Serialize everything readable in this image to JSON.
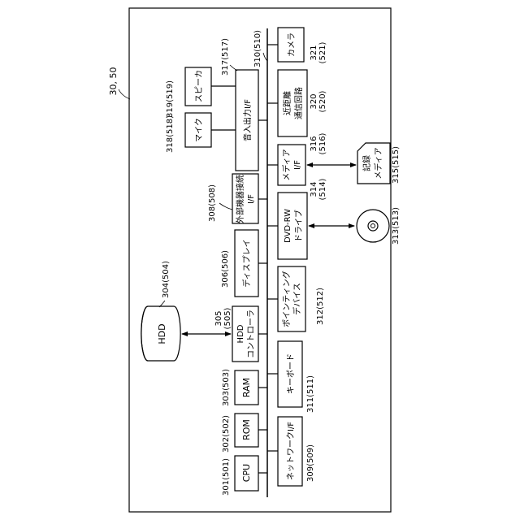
{
  "figure_label": "30, 50",
  "bus_ref": "310(510)",
  "components": {
    "cpu": {
      "label": "CPU",
      "ref": "301(501)"
    },
    "rom": {
      "label": "ROM",
      "ref": "302(502)"
    },
    "ram": {
      "label": "RAM",
      "ref": "303(503)"
    },
    "hdd": {
      "label": "HDD",
      "ref": "304(504)"
    },
    "hdd_controller": {
      "label_1": "HDD",
      "label_2": "コントローラ",
      "ref_1": "305",
      "ref_2": "(505)"
    },
    "display": {
      "label": "ディスプレイ",
      "ref": "306(506)"
    },
    "external_if": {
      "label_1": "外部機器接続",
      "label_2": "I/F",
      "ref": "308(508)"
    },
    "audio_if": {
      "label": "音入出力I/F",
      "ref": "317(517)"
    },
    "mic": {
      "label": "マイク",
      "ref": "318(518)"
    },
    "speaker": {
      "label": "スピーカ",
      "ref": "319(519)"
    },
    "network_if": {
      "label": "ネットワークI/F",
      "ref": "309(509)"
    },
    "keyboard": {
      "label": "キーボード",
      "ref": "311(511)"
    },
    "pointing": {
      "label_1": "ポインティング",
      "label_2": "デバイス",
      "ref": "312(512)"
    },
    "dvd_disc": {
      "ref": "313(513)"
    },
    "dvd_drive": {
      "label_1": "DVD-RW",
      "label_2": "ドライブ",
      "ref_1": "314",
      "ref_2": "(514)"
    },
    "media": {
      "label_1": "記録",
      "label_2": "メディア",
      "ref": "315(515)"
    },
    "media_if": {
      "label_1": "メディア",
      "label_2": "I/F",
      "ref_1": "316",
      "ref_2": "(516)"
    },
    "nfc": {
      "label_1": "近距離",
      "label_2": "通信回路",
      "ref_1": "320",
      "ref_2": "(520)"
    },
    "camera": {
      "label": "カメラ",
      "ref_1": "321",
      "ref_2": "(521)"
    }
  }
}
